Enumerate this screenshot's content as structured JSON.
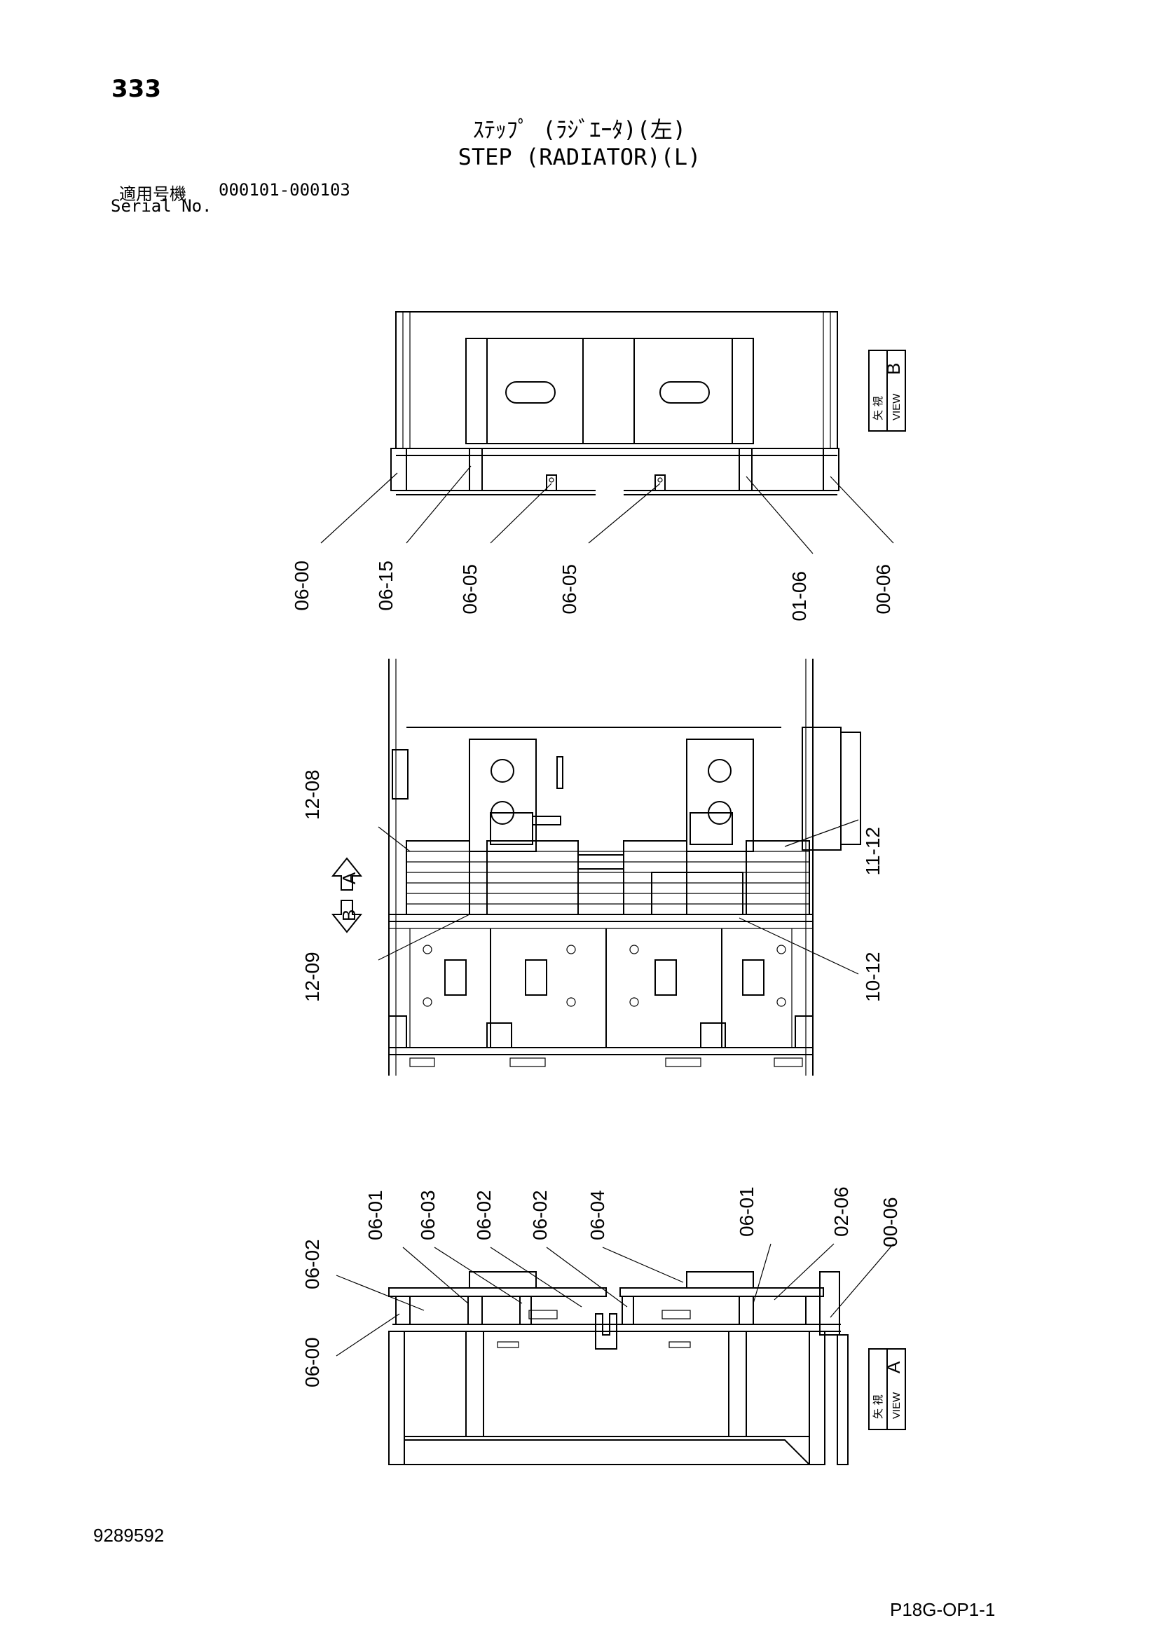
{
  "page": {
    "page_number": "333",
    "title_jp": "ｽﾃｯﾌﾟ (ﾗｼﾞｴｰﾀ)(左)",
    "title_en": "STEP (RADIATOR)(L)",
    "serial_label_jp": "適用号機",
    "serial_range": "000101-000103",
    "serial_label_en": "Serial No.",
    "doc_number": "9289592",
    "page_code": "P18G-OP1-1"
  },
  "views": {
    "view_b": {
      "label_jp": "矢 視",
      "label_en": "VIEW",
      "letter": "B"
    },
    "view_a": {
      "label_jp": "矢 視",
      "label_en": "VIEW",
      "letter": "A"
    },
    "arrow_a": "A",
    "arrow_b": "B"
  },
  "callouts": {
    "top": [
      "06-00",
      "06-15",
      "06-05",
      "06-05",
      "01-06",
      "00-06"
    ],
    "middle": [
      "12-08",
      "11-12",
      "12-09",
      "10-12"
    ],
    "bottom": [
      "06-02",
      "06-01",
      "06-03",
      "06-02",
      "06-02",
      "06-04",
      "06-01",
      "02-06",
      "00-06",
      "06-00"
    ]
  }
}
